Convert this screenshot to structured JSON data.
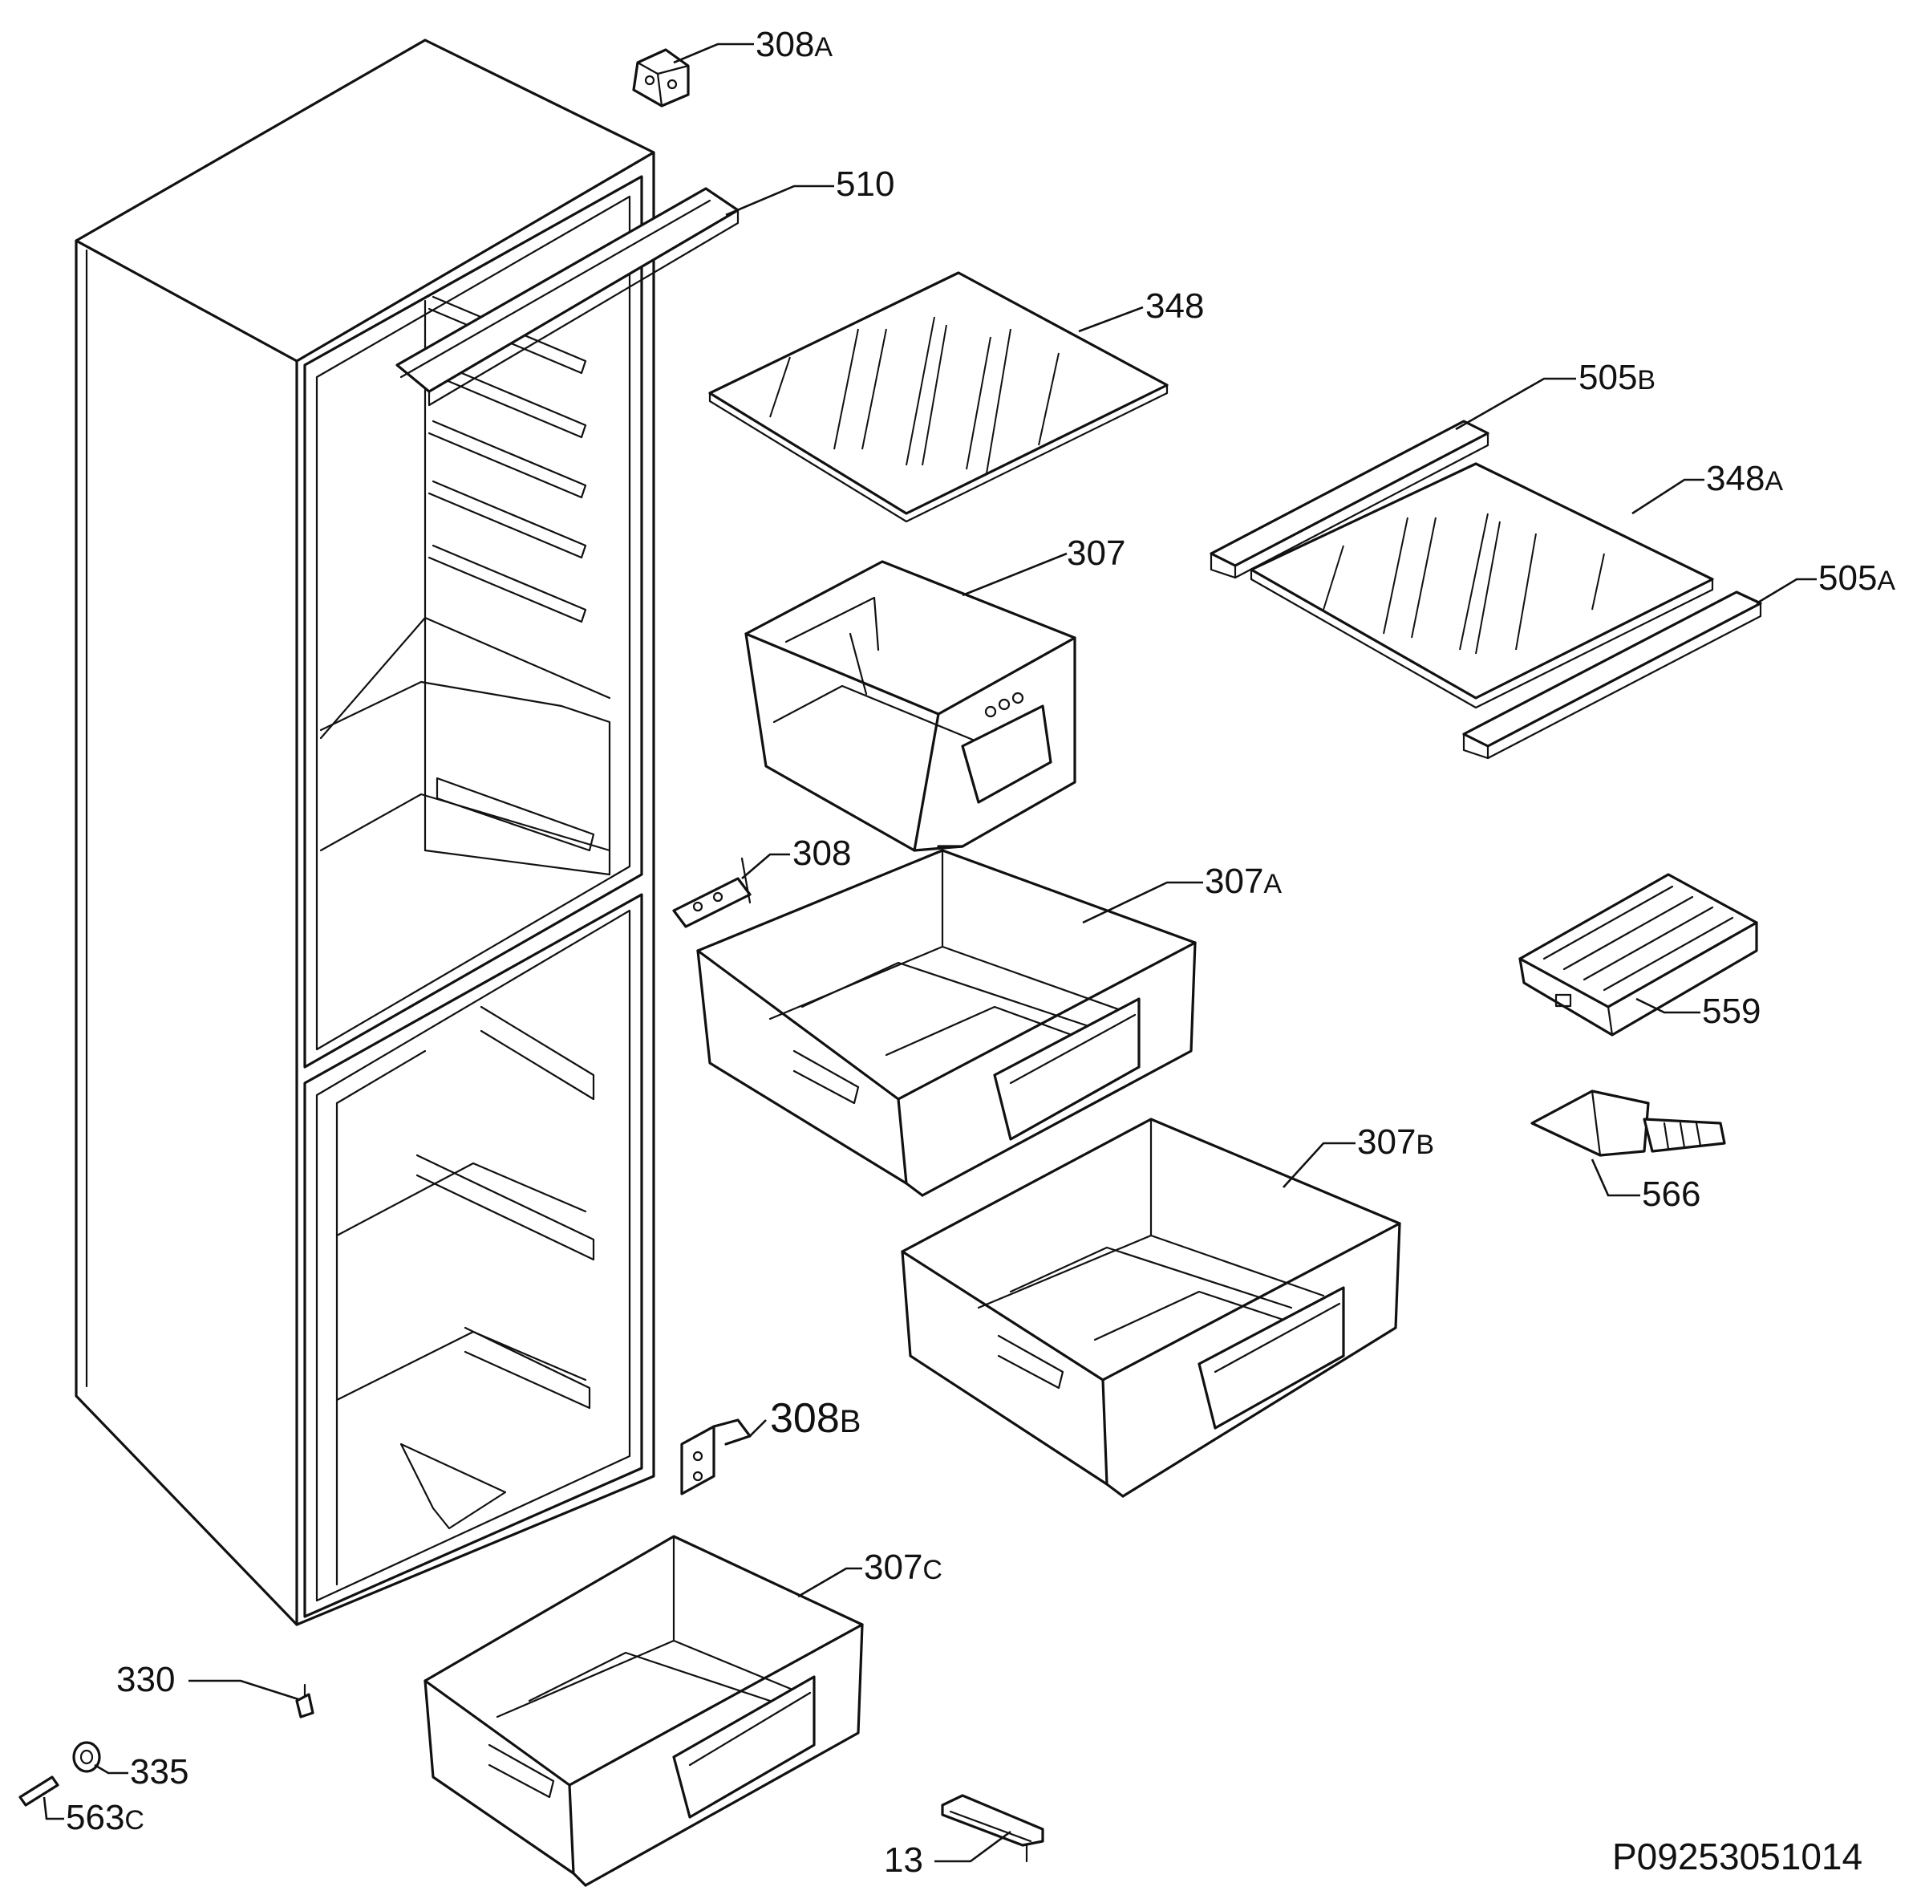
{
  "diagram": {
    "code": "P09253051014",
    "labels": {
      "p308a": {
        "num": "308",
        "sfx": "A"
      },
      "p510": {
        "num": "510",
        "sfx": ""
      },
      "p348": {
        "num": "348",
        "sfx": ""
      },
      "p505b": {
        "num": "505",
        "sfx": "B"
      },
      "p348a": {
        "num": "348",
        "sfx": "A"
      },
      "p307": {
        "num": "307",
        "sfx": ""
      },
      "p505a": {
        "num": "505",
        "sfx": "A"
      },
      "p308": {
        "num": "308",
        "sfx": ""
      },
      "p307a": {
        "num": "307",
        "sfx": "A"
      },
      "p559": {
        "num": "559",
        "sfx": ""
      },
      "p566": {
        "num": "566",
        "sfx": ""
      },
      "p307b": {
        "num": "307",
        "sfx": "B"
      },
      "p308b": {
        "num": "308",
        "sfx": "B"
      },
      "p307c": {
        "num": "307",
        "sfx": "C"
      },
      "p330": {
        "num": "330",
        "sfx": ""
      },
      "p335": {
        "num": "335",
        "sfx": ""
      },
      "p563c": {
        "num": "563",
        "sfx": "C"
      },
      "p13": {
        "num": "13",
        "sfx": ""
      }
    }
  }
}
